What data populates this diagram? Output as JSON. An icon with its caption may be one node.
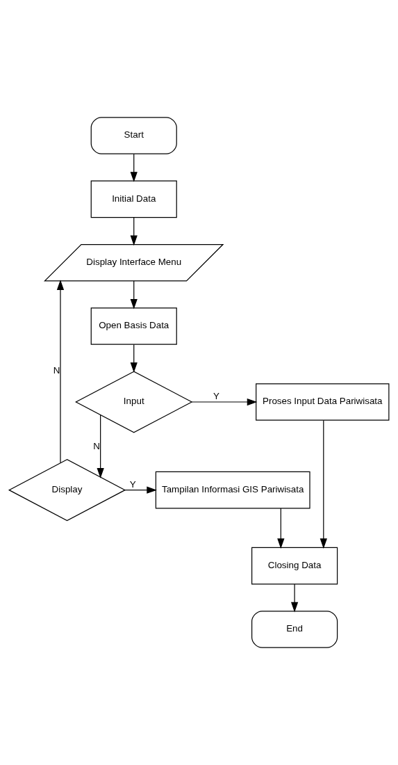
{
  "diagram": {
    "nodes": [
      {
        "text": [
          "Start"
        ]
      },
      {
        "text": [
          "Initial Data"
        ]
      },
      {
        "text": [
          "Display Interface Menu"
        ]
      },
      {
        "text": [
          "Open Basis Data"
        ]
      },
      {
        "text": [
          "Input"
        ]
      },
      {
        "text": [
          "Proses Input Data Pariwisata"
        ]
      },
      {
        "text": [
          "Display"
        ]
      },
      {
        "text": [
          "Tampilan Informasi GIS Pariwisata"
        ]
      },
      {
        "text": [
          "Closing Data"
        ]
      },
      {
        "text": [
          "End"
        ]
      }
    ],
    "edges": [
      {
        "from": 0,
        "to": 1,
        "arrow": "to"
      },
      {
        "from": 1,
        "to": 2,
        "arrow": "to"
      },
      {
        "from": 2,
        "to": 3,
        "arrow": "to"
      },
      {
        "from": 3,
        "to": 4,
        "arrow": "to"
      },
      {
        "from": 4,
        "to": 5,
        "arrow": "to",
        "label": "Y"
      },
      {
        "from": 4,
        "to": 6,
        "arrow": "to",
        "label": "N"
      },
      {
        "from": 6,
        "to": 7,
        "arrow": "to",
        "label": "Y"
      },
      {
        "from": 6,
        "to": 2,
        "arrow": "to",
        "label": "N"
      },
      {
        "from": 5,
        "to": 8,
        "arrow": "to"
      },
      {
        "from": 7,
        "to": 8,
        "arrow": "to"
      },
      {
        "from": 8,
        "to": 9,
        "arrow": "to"
      }
    ]
  }
}
